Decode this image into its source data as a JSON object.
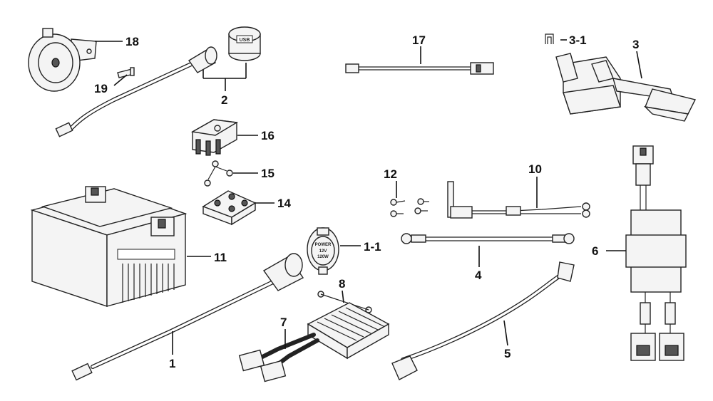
{
  "callouts": {
    "c18": "18",
    "c19": "19",
    "c2": "2",
    "c17": "17",
    "c3_1": "3-1",
    "c3": "3",
    "c16": "16",
    "c15": "15",
    "c14": "14",
    "c12": "12",
    "c10": "10",
    "c11": "11",
    "c1_1": "1-1",
    "c4": "4",
    "c6": "6",
    "c8": "8",
    "c7": "7",
    "c1": "1",
    "c5": "5"
  },
  "part_text": {
    "usb_socket": "USB",
    "power_cap_word": "POWER",
    "power_cap_volt": "12V",
    "power_cap_watt": "120W"
  }
}
